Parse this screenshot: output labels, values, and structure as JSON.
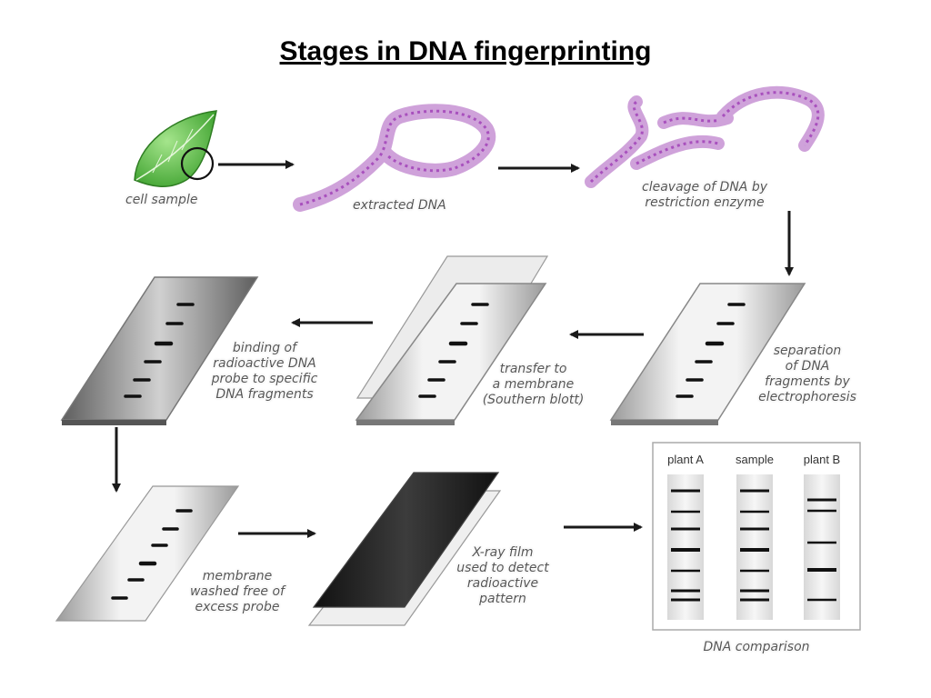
{
  "title": "Stages in DNA fingerprinting",
  "labels": {
    "cell_sample": "cell sample",
    "extracted_dna": "extracted DNA",
    "cleavage": [
      "cleavage of DNA by",
      "restriction enzyme"
    ],
    "separation": [
      "separation",
      "of DNA",
      "fragments by",
      "electrophoresis"
    ],
    "transfer": [
      "transfer to",
      "a membrane",
      "(Southern blott)"
    ],
    "binding": [
      "binding of",
      "radioactive DNA",
      "probe to specific",
      "DNA fragments"
    ],
    "membrane_washed": [
      "membrane",
      "washed free of",
      "excess probe"
    ],
    "xray": [
      "X-ray film",
      "used to detect",
      "radioactive",
      "pattern"
    ],
    "comparison": "DNA comparison"
  },
  "lanes": {
    "plant_a": "plant A",
    "sample": "sample",
    "plant_b": "plant B"
  },
  "colors": {
    "leaf": "#5bc24a",
    "dna": "#c77cd6",
    "arrow": "#1a1a1a"
  }
}
